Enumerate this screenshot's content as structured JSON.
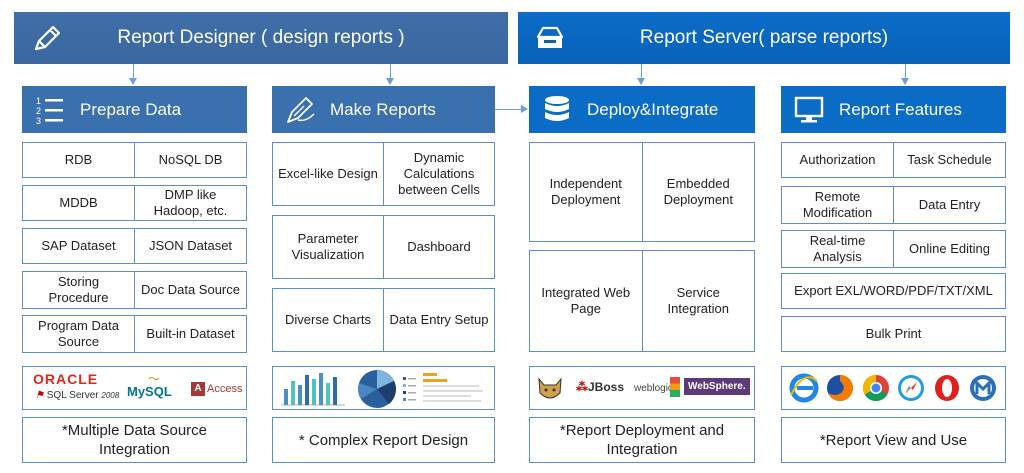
{
  "banners": {
    "designer": "Report Designer ( design reports )",
    "server": "Report Server( parse reports)"
  },
  "columns": [
    {
      "header": "Prepare Data",
      "icon": "numbered-list-icon",
      "rows": [
        [
          "RDB",
          "NoSQL DB"
        ],
        [
          "MDDB",
          "DMP like\nHadoop, etc."
        ],
        [
          "SAP Dataset",
          "JSON Dataset"
        ],
        [
          "Storing\nProcedure",
          "Doc Data Source"
        ],
        [
          "Program Data\nSource",
          "Built-in Dataset"
        ]
      ],
      "logos": {
        "oracle": "ORACLE",
        "sqlserver_prefix": "SQL Server",
        "sqlserver_version": "2008",
        "mysql": "MySQL",
        "access": "Access"
      },
      "caption": "*Multiple Data Source\nIntegration"
    },
    {
      "header": "Make Reports",
      "icon": "pen-brush-icon",
      "rows": [
        [
          "Excel-like Design",
          "Dynamic\nCalculations\nbetween Cells"
        ],
        [
          "Parameter\nVisualization",
          "Dashboard"
        ],
        [
          "Diverse Charts",
          "Data Entry Setup"
        ]
      ],
      "caption": "* Complex Report Design"
    },
    {
      "header": "Deploy&Integrate",
      "icon": "database-icon",
      "rows": [
        [
          "Independent\nDeployment",
          "Embedded\nDeployment"
        ],
        [
          "Integrated Web\nPage",
          "Service\nIntegration"
        ]
      ],
      "logos": {
        "jboss": "JBoss",
        "weblogic": "weblogic",
        "websphere": "WebSphere."
      },
      "caption": "*Report Deployment and\nIntegration"
    },
    {
      "header": "Report Features",
      "icon": "monitor-icon",
      "rows": [
        [
          "Authorization",
          "Task Schedule"
        ],
        [
          "Remote\nModification",
          "Data Entry"
        ],
        [
          "Real-time\nAnalysis",
          "Online Editing"
        ],
        [
          "Export EXL/WORD/PDF/TXT/XML"
        ],
        [
          "Bulk Print"
        ]
      ],
      "browsers": [
        "ie-icon",
        "firefox-icon",
        "chrome-icon",
        "safari-icon",
        "opera-icon",
        "maxthon-icon"
      ],
      "caption": "*Report View and Use"
    }
  ],
  "colors": {
    "designer_blue": "#3a70ae",
    "server_blue": "#0a6cc5",
    "border": "#5b8fc9"
  }
}
